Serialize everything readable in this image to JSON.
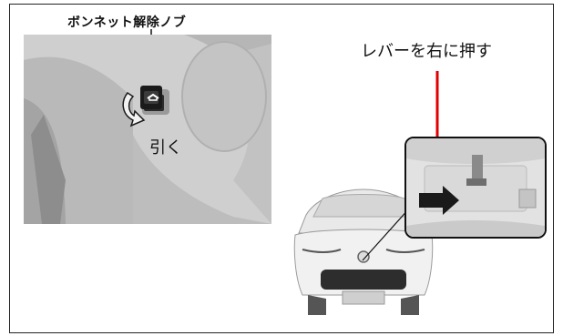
{
  "labels": {
    "hood_release_knob": "ボンネット解除ノブ",
    "pull": "引く",
    "push_lever_right": "レバーを右に押す"
  },
  "icons": {
    "pull_arrow": "curved-arrow-icon",
    "push_arrow": "right-arrow-icon",
    "pointer": "red-down-arrow-icon"
  },
  "colors": {
    "pointer_arrow": "#e00000",
    "arrow_fill": "#1a1a1a"
  }
}
